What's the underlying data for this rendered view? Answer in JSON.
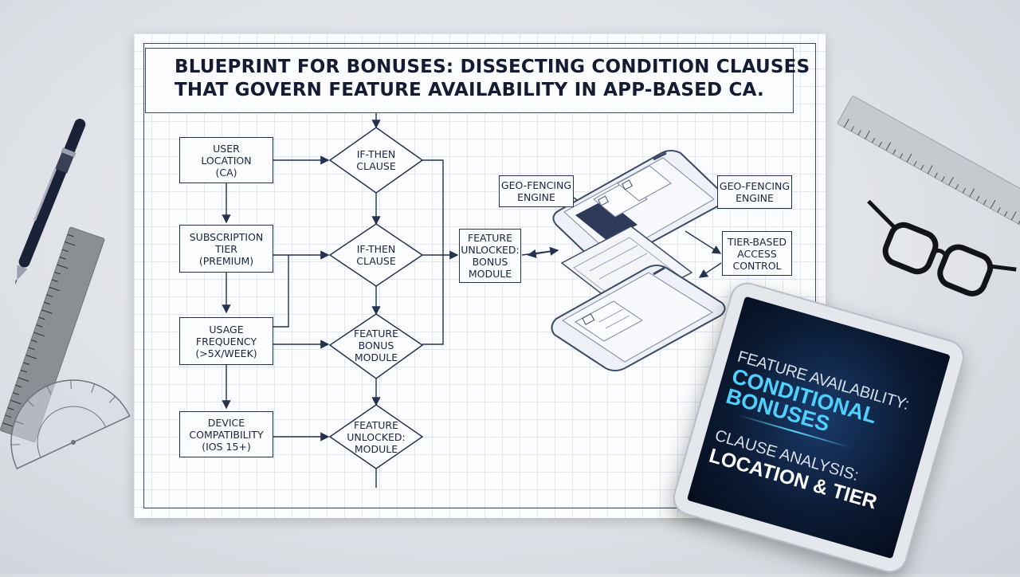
{
  "title": {
    "line1": "BLUEPRINT FOR BONUSES: DISSECTING CONDITION CLAUSES",
    "line2": "THAT GOVERN FEATURE AVAILABILITY IN APP-BASED CA."
  },
  "inputs": [
    {
      "lines": [
        "USER",
        "LOCATION",
        "(CA)"
      ]
    },
    {
      "lines": [
        "SUBSCRIPTION",
        "TIER",
        "(PREMIUM)"
      ]
    },
    {
      "lines": [
        "USAGE",
        "FREQUENCY",
        "(>5X/WEEK)"
      ]
    },
    {
      "lines": [
        "DEVICE",
        "COMPATIBILITY",
        "(IOS 15+)"
      ]
    }
  ],
  "decisions": [
    {
      "lines": [
        "IF-THEN",
        "CLAUSE"
      ]
    },
    {
      "lines": [
        "IF-THEN",
        "CLAUSE"
      ]
    },
    {
      "lines": [
        "FEATURE",
        "BONUS",
        "MODULE"
      ]
    },
    {
      "lines": [
        "FEATURE",
        "UNLOCKED:",
        "MODULE"
      ]
    }
  ],
  "outcome": {
    "lines": [
      "FEATURE",
      "UNLOCKED:",
      "BONUS",
      "MODULE"
    ]
  },
  "callouts": {
    "geo_left": [
      "GEO-FENCING",
      "ENGINE"
    ],
    "geo_right": [
      "GEO-FENCING",
      "ENGINE"
    ],
    "tier_access": [
      "TIER-BASED",
      "ACCESS",
      "CONTROL"
    ]
  },
  "tablet": {
    "line1": "FEATURE AVAILABILITY:",
    "line2a": "CONDITIONAL",
    "line2b": "BONUSES",
    "line3": "CLAUSE ANALYSIS:",
    "line4": "LOCATION & TIER"
  },
  "colors": {
    "ink": "#243250",
    "tablet_accent": "#4fd0ff",
    "tablet_screen": "#0b1a33"
  },
  "icons": [
    "pen-icon",
    "ruler-icon",
    "protractor-icon",
    "glasses-icon",
    "smartphone-icon",
    "tablet-icon"
  ]
}
